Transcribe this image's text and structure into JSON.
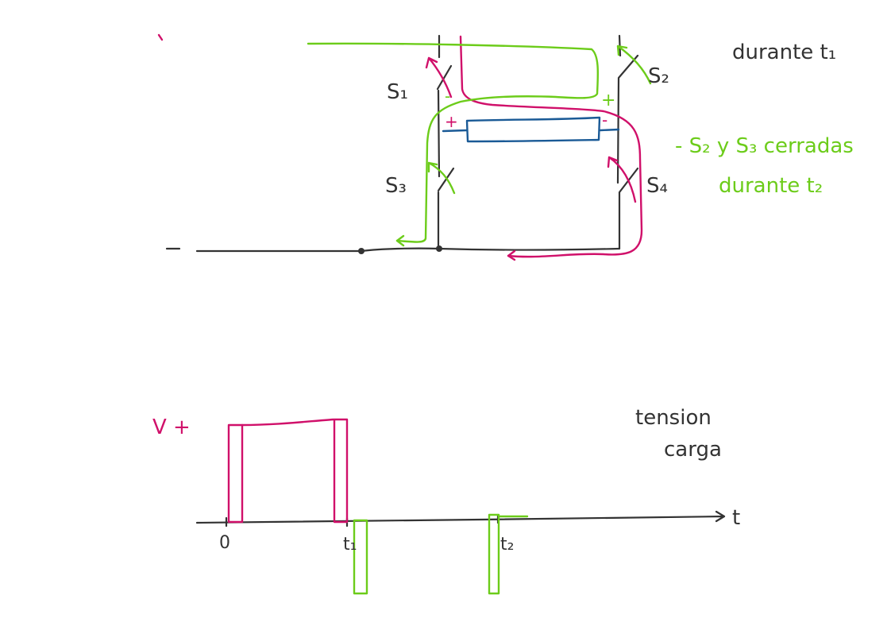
{
  "colors": {
    "ink": "#333333",
    "current_t1": "#d0106a",
    "current_t2": "#6ccc1a",
    "load": "#1a5a96"
  },
  "circuit": {
    "note_t1": "durante t₁",
    "note_t2_line1": "- S₂ y S₃ cerradas",
    "note_t2_line2": "durante t₂",
    "switches": {
      "s1": "S₁",
      "s2": "S₂",
      "s3": "S₃",
      "s4": "S₄"
    },
    "neg_rail_label": "-",
    "load_polarity_t1": {
      "left": "+",
      "right": "-"
    },
    "load_polarity_t2": {
      "left": "-",
      "right": "+"
    }
  },
  "graph": {
    "title_line1": "tension",
    "title_line2": "carga",
    "y_label": "V +",
    "x_axis_label": "t",
    "ticks": [
      "0",
      "t₁",
      "t₂"
    ]
  }
}
